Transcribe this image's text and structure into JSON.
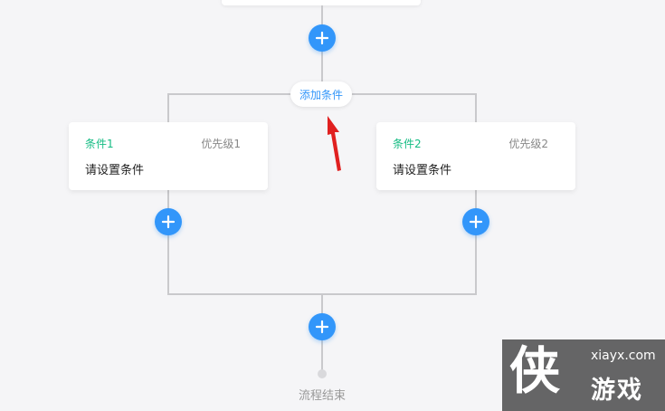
{
  "flow": {
    "add_condition_label": "添加条件",
    "add_icon": "plus-icon",
    "conditions": [
      {
        "title": "条件1",
        "priority": "优先级1",
        "content": "请设置条件"
      },
      {
        "title": "条件2",
        "priority": "优先级2",
        "content": "请设置条件"
      }
    ],
    "end_label": "流程结束"
  },
  "watermark": {
    "big_char": "侠",
    "url": "xiayx.com",
    "name": "游戏"
  },
  "colors": {
    "accent": "#3296fa",
    "condition_title": "#15bc83",
    "annotation_arrow": "#e02020"
  }
}
